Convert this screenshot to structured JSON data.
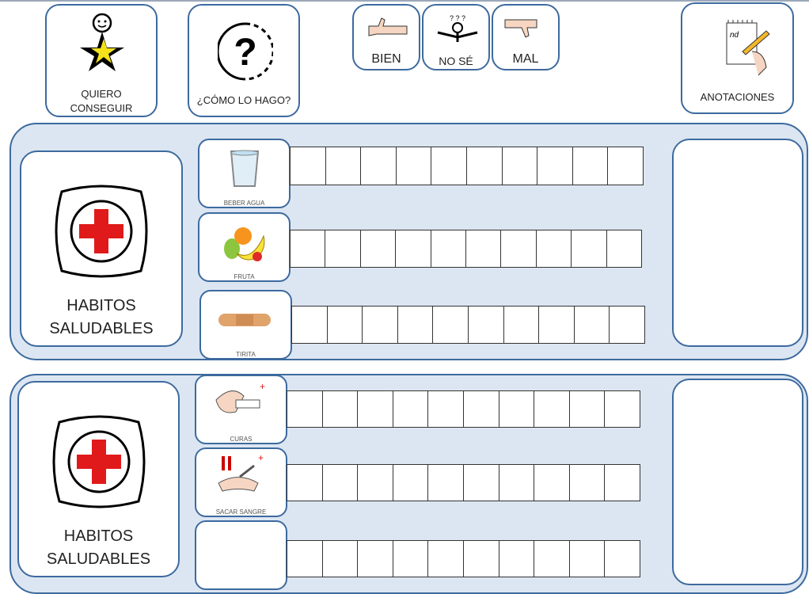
{
  "header": {
    "goal": {
      "line1": "QUIERO",
      "line2": "CONSEGUIR",
      "icon": "star-person-icon"
    },
    "how": {
      "label": "¿CÓMO LO HAGO?",
      "icon": "question-icon"
    },
    "ratings": [
      {
        "label": "BIEN",
        "icon": "thumbs-up-icon"
      },
      {
        "label": "NO SÉ",
        "icon": "shrug-icon"
      },
      {
        "label": "MAL",
        "icon": "thumbs-down-icon"
      }
    ],
    "notes": {
      "label": "ANOTACIONES",
      "icon": "writing-pad-icon"
    }
  },
  "panels": [
    {
      "title_line1": "HABITOS",
      "title_line2": "SALUDABLES",
      "icon": "red-cross-icon",
      "items": [
        {
          "label": "BEBER  AGUA",
          "icon": "water-glass-icon"
        },
        {
          "label": "FRUTA",
          "icon": "fruit-icon"
        },
        {
          "label": "TIRITA",
          "icon": "bandage-icon"
        }
      ]
    },
    {
      "title_line1": "HABITOS",
      "title_line2": "SALUDABLES",
      "icon": "red-cross-icon",
      "items": [
        {
          "label": "CURAS",
          "icon": "wound-care-icon"
        },
        {
          "label": "SACAR SANGRE",
          "icon": "blood-draw-icon"
        },
        {
          "label": "",
          "icon": ""
        }
      ]
    }
  ],
  "boxes_per_row": 10
}
